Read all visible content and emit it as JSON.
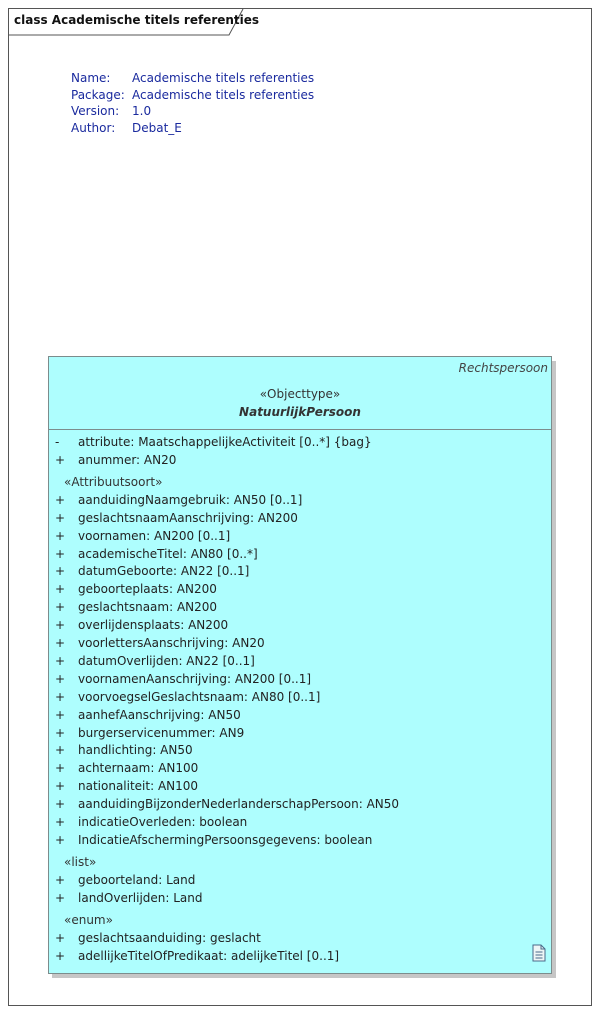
{
  "frame": {
    "title": "class Academische titels referenties"
  },
  "meta": [
    {
      "key": "Name:",
      "value": "Academische titels referenties"
    },
    {
      "key": "Package:",
      "value": "Academische titels referenties"
    },
    {
      "key": "Version:",
      "value": "1.0"
    },
    {
      "key": "Author:",
      "value": "Debat_E"
    }
  ],
  "class": {
    "parent": "Rechtspersoon",
    "stereotype": "«Objecttype»",
    "name": "NatuurlijkPersoon",
    "attributes": [
      {
        "vis": "-",
        "text": "attribute: MaatschappelijkeActiviteit [0..*] {bag}"
      },
      {
        "vis": "+",
        "text": "anummer: AN20"
      }
    ],
    "groups": [
      {
        "label": "«Attribuutsoort»",
        "items": [
          {
            "vis": "+",
            "text": "aanduidingNaamgebruik: AN50 [0..1]"
          },
          {
            "vis": "+",
            "text": "geslachtsnaamAanschrijving: AN200"
          },
          {
            "vis": "+",
            "text": "voornamen: AN200 [0..1]"
          },
          {
            "vis": "+",
            "text": "academischeTitel: AN80 [0..*]"
          },
          {
            "vis": "+",
            "text": "datumGeboorte: AN22 [0..1]"
          },
          {
            "vis": "+",
            "text": "geboorteplaats: AN200"
          },
          {
            "vis": "+",
            "text": "geslachtsnaam: AN200"
          },
          {
            "vis": "+",
            "text": "overlijdensplaats: AN200"
          },
          {
            "vis": "+",
            "text": "voorlettersAanschrijving: AN20"
          },
          {
            "vis": "+",
            "text": "datumOverlijden: AN22 [0..1]"
          },
          {
            "vis": "+",
            "text": "voornamenAanschrijving: AN200 [0..1]"
          },
          {
            "vis": "+",
            "text": "voorvoegselGeslachtsnaam: AN80 [0..1]"
          },
          {
            "vis": "+",
            "text": "aanhefAanschrijving: AN50"
          },
          {
            "vis": "+",
            "text": "burgerservicenummer: AN9"
          },
          {
            "vis": "+",
            "text": "handlichting: AN50"
          },
          {
            "vis": "+",
            "text": "achternaam: AN100"
          },
          {
            "vis": "+",
            "text": "nationaliteit: AN100"
          },
          {
            "vis": "+",
            "text": "aanduidingBijzonderNederlanderschapPersoon: AN50"
          },
          {
            "vis": "+",
            "text": "indicatieOverleden: boolean"
          },
          {
            "vis": "+",
            "text": "IndicatieAfschermingPersoonsgegevens: boolean"
          }
        ]
      },
      {
        "label": "«list»",
        "items": [
          {
            "vis": "+",
            "text": "geboorteland: Land"
          },
          {
            "vis": "+",
            "text": "landOverlijden: Land"
          }
        ]
      },
      {
        "label": "«enum»",
        "items": [
          {
            "vis": "+",
            "text": "geslachtsaanduiding: geslacht"
          },
          {
            "vis": "+",
            "text": "adellijkeTitelOfPredikaat: adelijkeTitel [0..1]"
          }
        ]
      }
    ],
    "note_icon": "note-icon"
  },
  "colors": {
    "class_fill": "#aefefe",
    "class_border": "#7c8c8c",
    "meta_text": "#1a2a9e"
  }
}
